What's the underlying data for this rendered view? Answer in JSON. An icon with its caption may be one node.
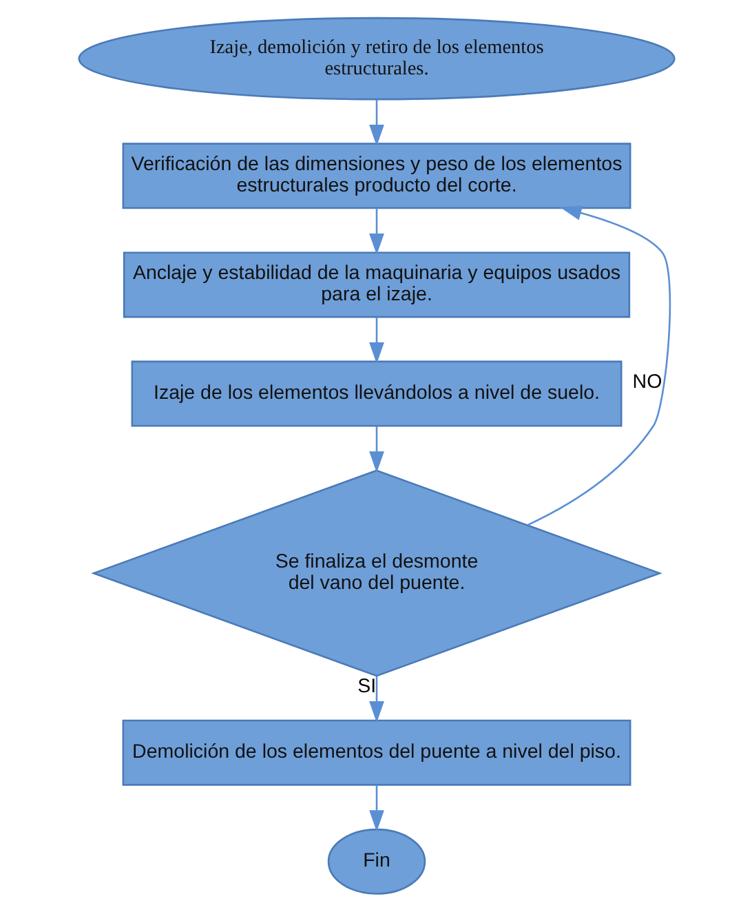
{
  "diagram": {
    "nodes": [
      {
        "text": [
          "Izaje, demolición y retiro de los elementos estructurales."
        ]
      },
      {
        "text": [
          "Verificación de las dimensiones y peso de los elementos estructurales producto del corte."
        ]
      },
      {
        "text": [
          "Anclaje y estabilidad de la maquinaria y equipos usados para el izaje."
        ]
      },
      {
        "text": [
          "Izaje de los elementos llevándolos a nivel de suelo."
        ]
      },
      {
        "text": [
          "Se finaliza el desmonte del vano del puente."
        ]
      },
      {
        "text": [
          "Demolición de los elementos del puente a nivel del piso."
        ]
      },
      {
        "text": [
          "Fin"
        ]
      }
    ],
    "edges": [
      {
        "from": 0,
        "to": 1,
        "arrow": "to"
      },
      {
        "from": 1,
        "to": 2,
        "arrow": "to"
      },
      {
        "from": 2,
        "to": 3,
        "arrow": "to"
      },
      {
        "from": 3,
        "to": 4,
        "arrow": "to"
      },
      {
        "from": 4,
        "to": 1,
        "arrow": "to",
        "label": "NO"
      },
      {
        "from": 4,
        "to": 5,
        "arrow": "to",
        "label": "SI"
      },
      {
        "from": 5,
        "to": 6,
        "arrow": "to"
      }
    ]
  }
}
